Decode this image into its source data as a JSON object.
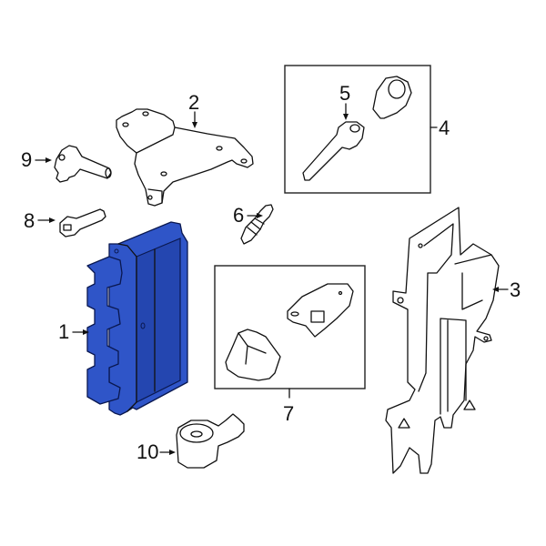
{
  "diagram": {
    "type": "exploded parts diagram",
    "highlight_color": "#2f55c8",
    "callouts": [
      {
        "id": "1",
        "label": "1",
        "part": "engine control module (highlighted)"
      },
      {
        "id": "2",
        "label": "2",
        "part": "mounting bracket"
      },
      {
        "id": "3",
        "label": "3",
        "part": "module support bracket"
      },
      {
        "id": "4",
        "label": "4",
        "part": "ignition coil kit (boxed group)"
      },
      {
        "id": "5",
        "label": "5",
        "part": "ignition coil"
      },
      {
        "id": "6",
        "label": "6",
        "part": "spark plug"
      },
      {
        "id": "7",
        "label": "7",
        "part": "sensor/module kit (boxed group)"
      },
      {
        "id": "8",
        "label": "8",
        "part": "sensor"
      },
      {
        "id": "9",
        "label": "9",
        "part": "position sensor"
      },
      {
        "id": "10",
        "label": "10",
        "part": "knock sensor"
      }
    ]
  }
}
